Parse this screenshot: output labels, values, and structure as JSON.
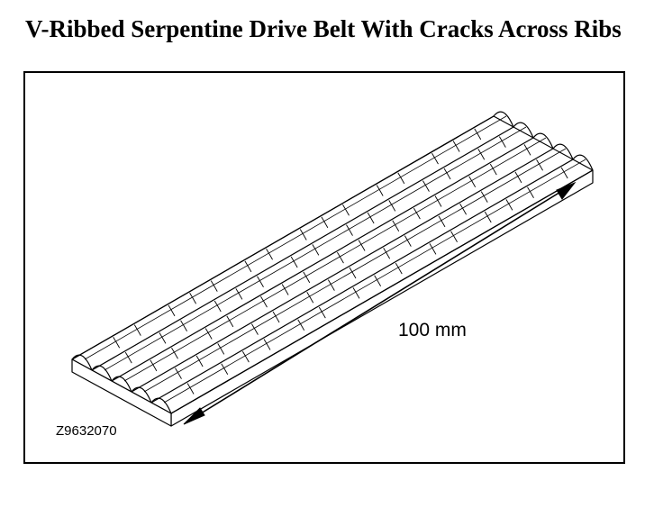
{
  "title": "V-Ribbed Serpentine Drive Belt With Cracks Across Ribs",
  "dimension_label": "100 mm",
  "figure_id": "Z9632070"
}
